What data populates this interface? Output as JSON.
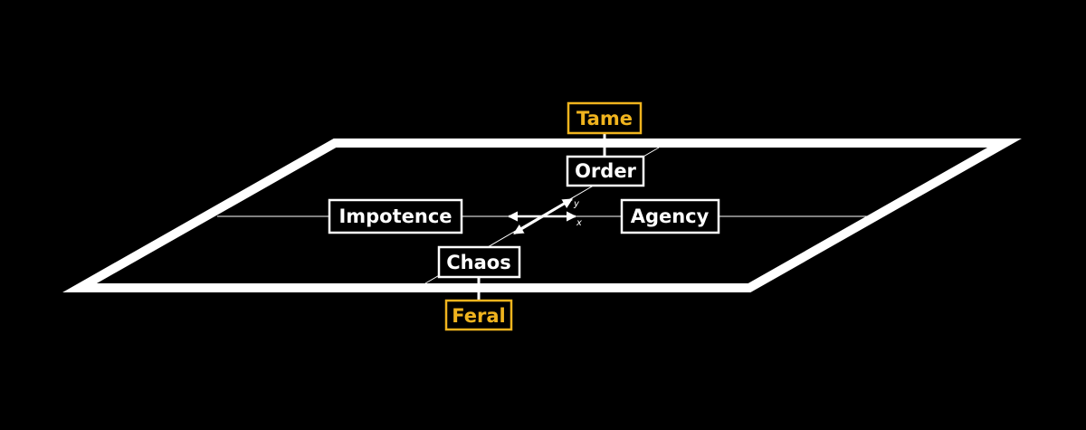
{
  "colors": {
    "background": "#000000",
    "plane": "#ffffff",
    "node_border": "#ffffff",
    "node_text": "#ffffff",
    "accent": "#f0b41e"
  },
  "nodes": {
    "tame": "Tame",
    "order": "Order",
    "impotence": "Impotence",
    "agency": "Agency",
    "chaos": "Chaos",
    "feral": "Feral"
  },
  "axes": {
    "x_label": "x",
    "y_label": "y"
  }
}
